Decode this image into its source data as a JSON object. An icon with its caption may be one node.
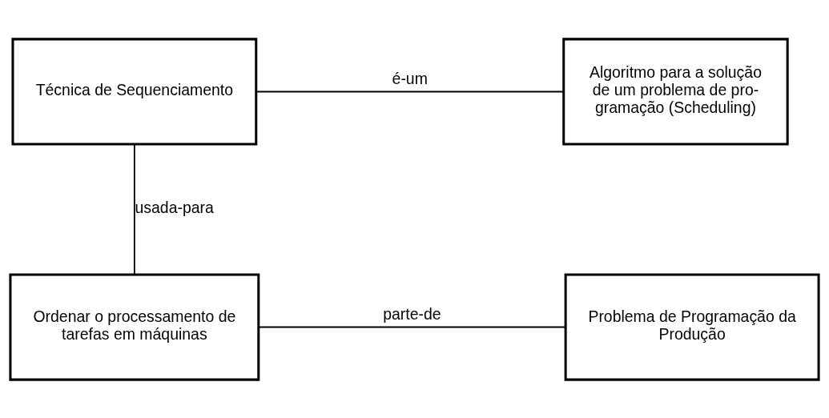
{
  "diagram": {
    "nodes": [
      {
        "text": [
          "Técnica de Sequenciamento"
        ]
      },
      {
        "text": [
          "Algoritmo para a solução de um problema de pro- gramação (Scheduling)"
        ]
      },
      {
        "text": [
          "Ordenar o processamento de tarefas em máquinas"
        ]
      },
      {
        "text": [
          "Problema de Programação da Produção"
        ]
      }
    ],
    "edges": [
      {
        "from": 0,
        "to": 1,
        "arrow": "none",
        "label": "é-um"
      },
      {
        "from": 0,
        "to": 2,
        "arrow": "none",
        "label": "usada-para"
      },
      {
        "from": 2,
        "to": 3,
        "arrow": "none",
        "label": "parte-de"
      }
    ]
  }
}
